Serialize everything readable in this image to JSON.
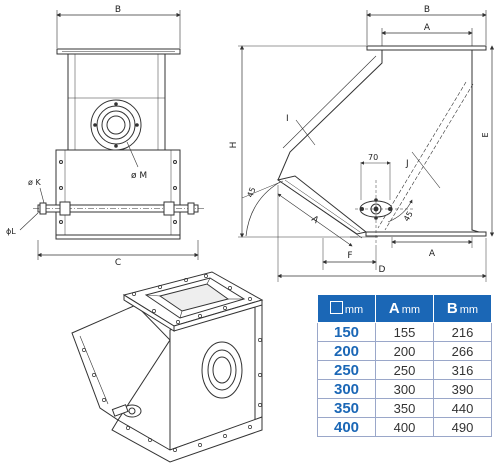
{
  "labels": {
    "b_front": "B",
    "b_side": "B",
    "a_top": "A",
    "a_bottom": "A",
    "a_diag": "A",
    "c": "C",
    "d": "D",
    "e": "E",
    "f": "F",
    "h": "H",
    "i": "I",
    "j": "J",
    "k": "ø K",
    "l": "ϕL",
    "m": "ø M",
    "dim70": "70",
    "ang45_left": "45",
    "ang45_right": "45"
  },
  "table": {
    "headers": [
      {
        "main": "",
        "unit": "mm",
        "square_symbol": true
      },
      {
        "main": "A",
        "unit": "mm"
      },
      {
        "main": "B",
        "unit": "mm"
      }
    ],
    "rows": [
      {
        "size": "150",
        "a": "155",
        "b": "216"
      },
      {
        "size": "200",
        "a": "200",
        "b": "266"
      },
      {
        "size": "250",
        "a": "250",
        "b": "316"
      },
      {
        "size": "300",
        "a": "300",
        "b": "390"
      },
      {
        "size": "350",
        "a": "350",
        "b": "440"
      },
      {
        "size": "400",
        "a": "400",
        "b": "490"
      }
    ]
  },
  "colors": {
    "header_bg": "#1b67b6",
    "size_text": "#1b67b6",
    "line": "#333333"
  }
}
